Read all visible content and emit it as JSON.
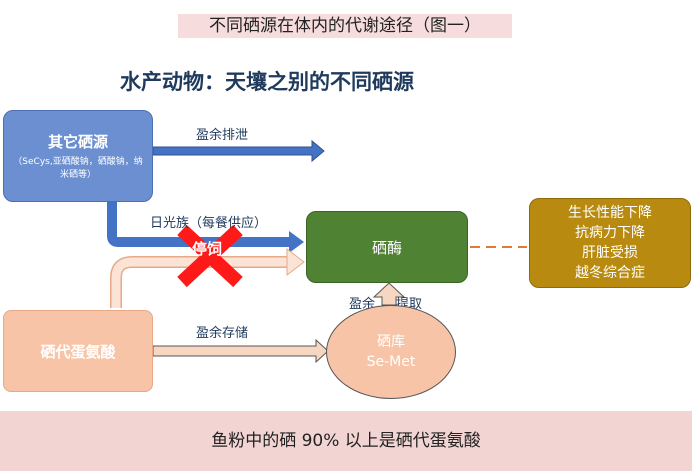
{
  "header": {
    "title": "不同硒源在体内的代谢途径（图一）",
    "subtitle": "水产动物：天壤之别的不同硒源"
  },
  "nodes": {
    "other_se": {
      "title": "其它硒源",
      "detail": "（SeCys,亚硒酸钠，硒酸钠，纳米硒等）"
    },
    "enzyme": {
      "label": "硒酶"
    },
    "symptoms": {
      "lines": [
        "生长性能下降",
        "抗病力下降",
        "肝脏受损",
        "越冬综合症"
      ]
    },
    "se_met": {
      "label": "硒代蛋氨酸"
    },
    "se_store": {
      "line1": "硒库",
      "line2": "Se-Met"
    }
  },
  "edges": {
    "excrete": "盈余排泄",
    "supply": "日光族（每餐供应）",
    "stop": "停饲",
    "store": "盈余存储",
    "extract_a": "盈余",
    "extract_b": "提取"
  },
  "footer": {
    "text": "鱼粉中的硒 90% 以上是硒代蛋氨酸"
  },
  "colors": {
    "other_se": "#6b8fd1",
    "arrow_blue": "#4472c4",
    "enzyme": "#4f8233",
    "symptoms": "#b88b10",
    "se_met": "#f7c4a7",
    "stop_cross": "#ff0000",
    "link_dash": "#e07a3a",
    "footer_bg": "#f2d5d3"
  }
}
